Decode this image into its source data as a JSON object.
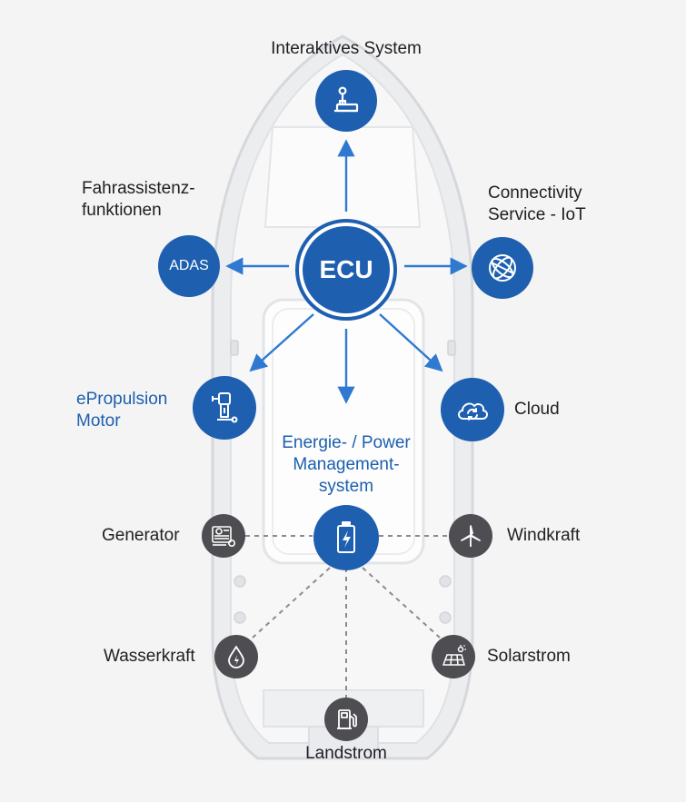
{
  "labels": {
    "interactive": "Interaktives System",
    "adas_1": "Fahrassistenz-",
    "adas_2": "funktionen",
    "iot_1": "Connectivity",
    "iot_2": "Service - IoT",
    "epropulsion_1": "ePropulsion",
    "epropulsion_2": "Motor",
    "cloud": "Cloud",
    "energy_1": "Energie- / Power",
    "energy_2": "Management-",
    "energy_3": "system",
    "generator": "Generator",
    "windkraft": "Windkraft",
    "wasserkraft": "Wasserkraft",
    "solarstrom": "Solarstrom",
    "landstrom": "Landstrom"
  },
  "nodes": {
    "ecu": "ECU",
    "adas": "ADAS"
  },
  "icons": {
    "interactive": "joystick-icon",
    "iot": "globe-icon",
    "epropulsion": "outboard-motor-icon",
    "cloud": "cloud-sync-icon",
    "battery": "battery-icon",
    "generator": "generator-icon",
    "windkraft": "wind-turbine-icon",
    "wasserkraft": "water-drop-icon",
    "solarstrom": "solar-panel-icon",
    "landstrom": "fuel-pump-icon"
  },
  "colors": {
    "primary_blue": "#1e5fb0",
    "renewable_gray": "#4d4d52",
    "label_blue": "#1c5fae",
    "background": "#f4f4f5"
  }
}
